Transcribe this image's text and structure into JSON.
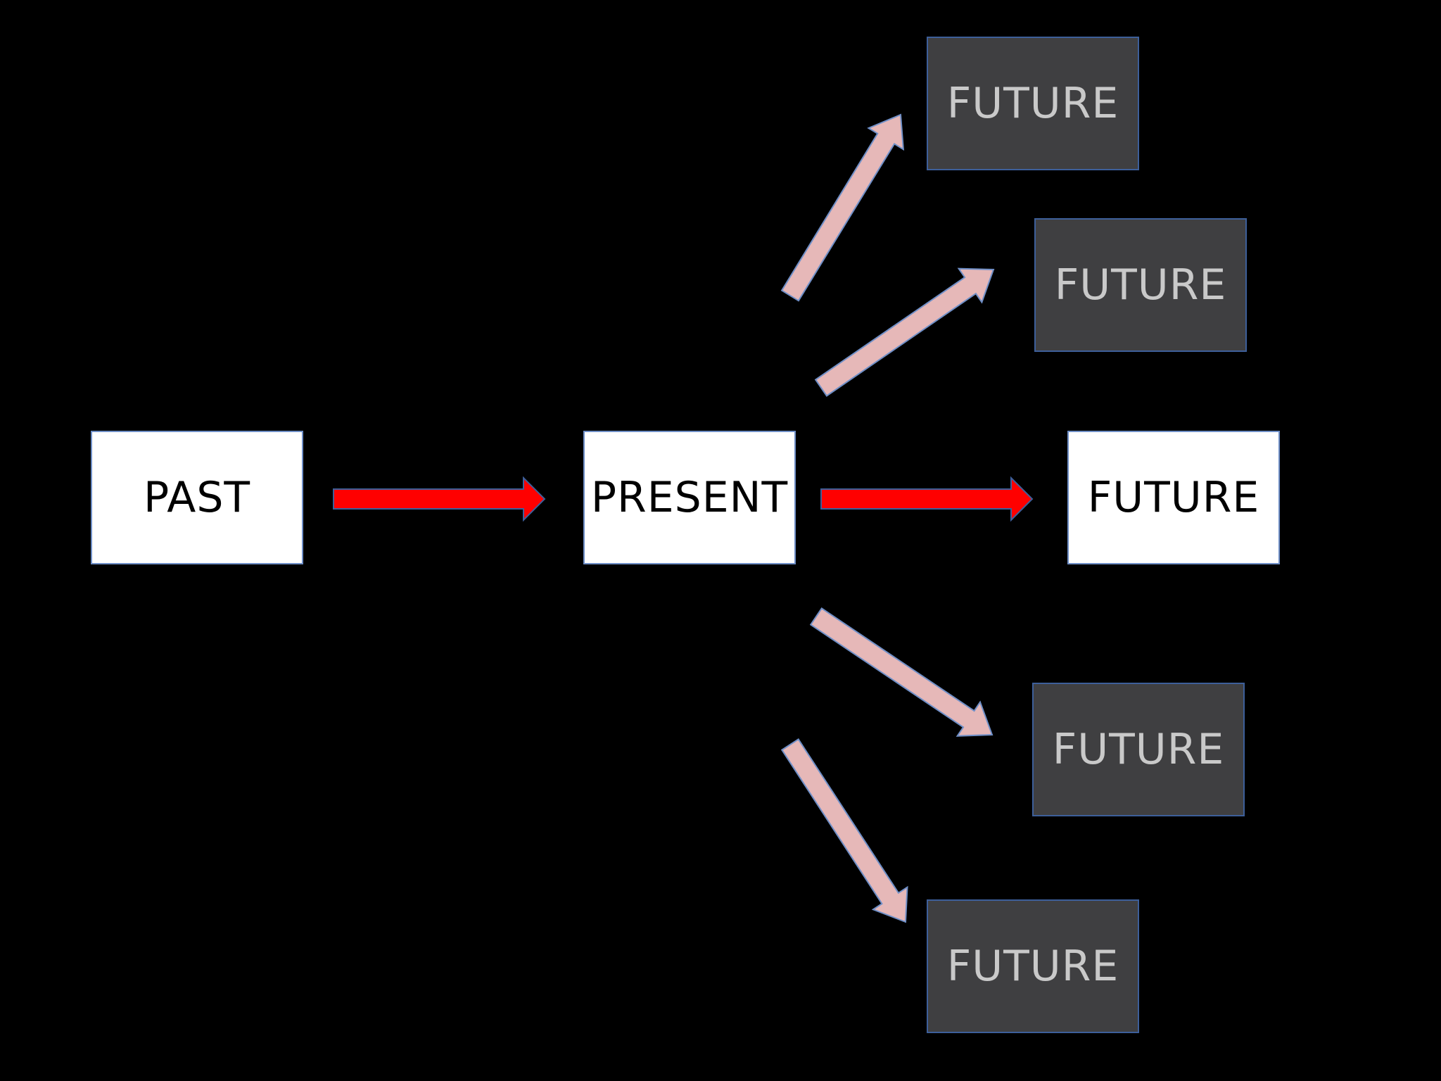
{
  "colors": {
    "background": "#000000",
    "main_box_fill": "#ffffff",
    "alt_box_fill": "#3f3f41",
    "box_border": "#4a6fae",
    "main_arrow": "#ff0000",
    "alt_arrow": "#e6b8b8",
    "alt_arrow_outline": "#6f8fc7"
  },
  "nodes": {
    "past": "PAST",
    "present": "PRESENT",
    "future_center": "FUTURE",
    "future_1": "FUTURE",
    "future_2": "FUTURE",
    "future_4": "FUTURE",
    "future_5": "FUTURE"
  },
  "edges": [
    {
      "from": "past",
      "to": "present",
      "style": "main"
    },
    {
      "from": "present",
      "to": "future_center",
      "style": "main"
    },
    {
      "from": "present",
      "to": "future_1",
      "style": "alt"
    },
    {
      "from": "present",
      "to": "future_2",
      "style": "alt"
    },
    {
      "from": "present",
      "to": "future_4",
      "style": "alt"
    },
    {
      "from": "present",
      "to": "future_5",
      "style": "alt"
    }
  ]
}
